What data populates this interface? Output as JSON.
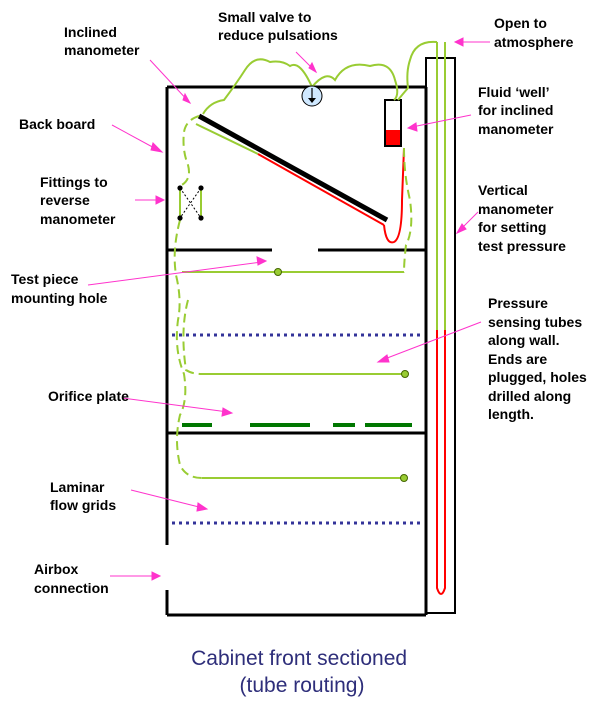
{
  "colors": {
    "tube": "#99cc33",
    "fluid": "#ff0000",
    "pointer": "#ff33cc",
    "grid": "#333399",
    "orifice": "#007700",
    "outline": "#000000",
    "caption": "#2e2e7a"
  },
  "labels": {
    "inclined_manometer": [
      "Inclined",
      "manometer"
    ],
    "small_valve": [
      "Small valve to",
      "reduce pulsations"
    ],
    "open_atmosphere": [
      "Open to",
      "atmosphere"
    ],
    "back_board": [
      "Back board"
    ],
    "fluid_well": [
      "Fluid ‘well’",
      "for inclined",
      "manometer"
    ],
    "fittings": [
      "Fittings to",
      "reverse",
      "manometer"
    ],
    "vertical_manometer": [
      "Vertical",
      "manometer",
      "for setting",
      "test pressure"
    ],
    "test_piece": [
      "Test piece",
      "mounting hole"
    ],
    "pressure_tubes": [
      "Pressure",
      "sensing tubes",
      "along wall.",
      "Ends are",
      "plugged, holes",
      "drilled along",
      "length."
    ],
    "orifice_plate": [
      "Orifice plate"
    ],
    "laminar_grids": [
      "Laminar",
      "flow grids"
    ],
    "airbox": [
      "Airbox",
      "connection"
    ]
  },
  "caption": [
    "Cabinet front sectioned",
    "(tube routing)"
  ],
  "icons": {
    "valve": "valve-icon",
    "fittings": "fittings-cross-icon"
  }
}
